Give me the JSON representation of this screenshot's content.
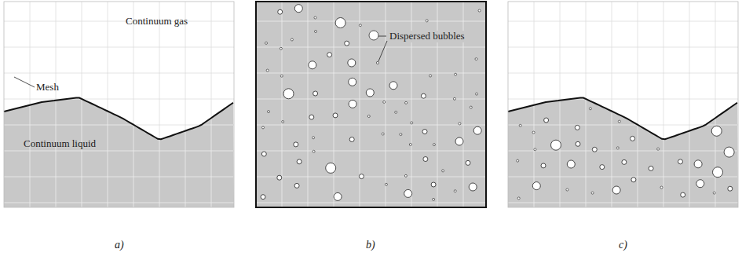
{
  "diagram": {
    "labels": [
      "Continuum gas",
      "Mesh",
      "Continuum liquid",
      "Dispersed bubbles",
      "a)",
      "b)",
      "c)"
    ]
  }
}
